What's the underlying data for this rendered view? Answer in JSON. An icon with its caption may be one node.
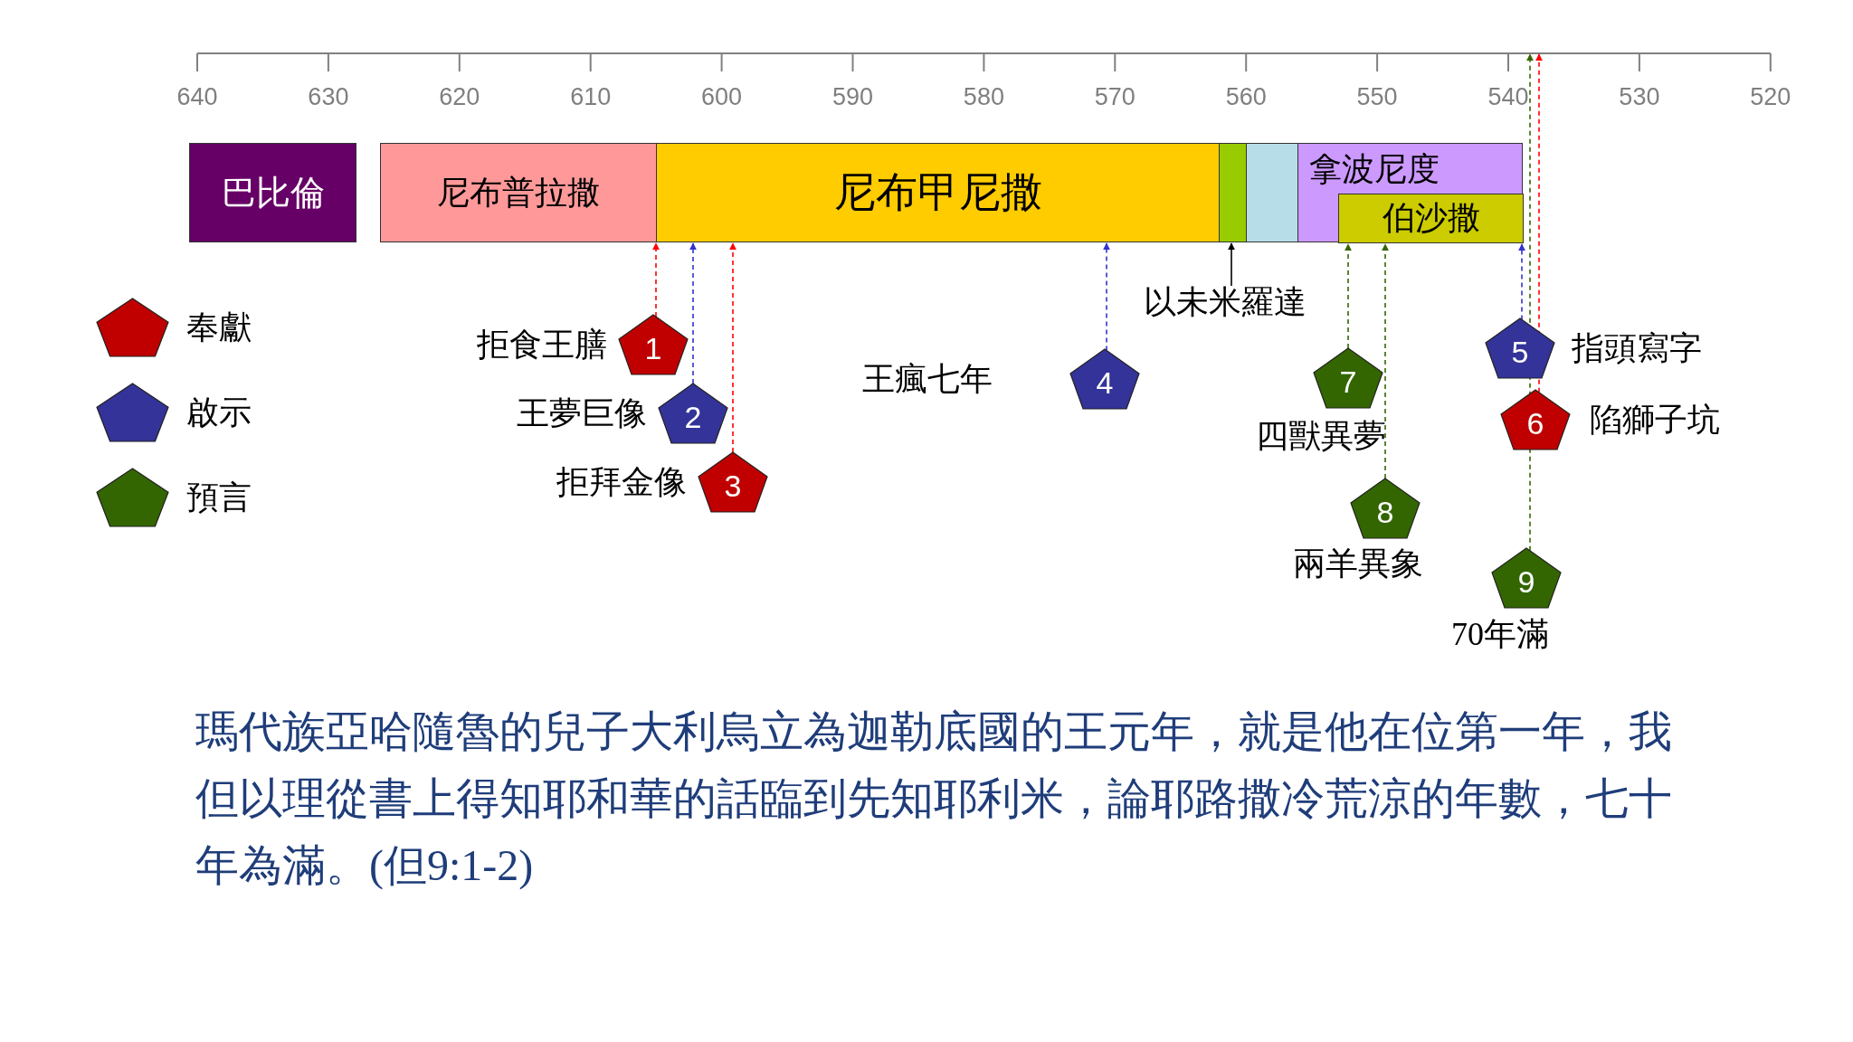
{
  "diagram": {
    "caption": "瑪代族亞哈隨魯的兒子大利烏立為迦勒底國的王元年，就是他在位第一年，我但以理從書上得知耶和華的話臨到先知耶利米，論耶路撒冷荒涼的年數，七十年為滿。(但9:1-2)",
    "nodes": [
      {
        "text": [
          "巴比倫"
        ]
      },
      {
        "text": [
          "尼布普拉撒"
        ]
      },
      {
        "text": [
          "尼布甲尼撒"
        ]
      },
      {
        "text": [],
        "shape": "box"
      },
      {
        "text": [],
        "shape": "box"
      },
      {
        "text": [
          "拿波尼度"
        ]
      },
      {
        "text": [
          "伯沙撒"
        ],
        "in": 5
      },
      {
        "text": [
          "以未米羅達"
        ]
      },
      {
        "text": [
          "1"
        ],
        "beside": [
          "拒食王膳"
        ]
      },
      {
        "text": [
          "2"
        ],
        "beside": [
          "王夢巨像"
        ]
      },
      {
        "text": [
          "3"
        ],
        "beside": [
          "拒拜金像"
        ]
      },
      {
        "text": [
          "4"
        ],
        "beside": [
          "王瘋七年"
        ]
      },
      {
        "text": [
          "5"
        ],
        "beside": [
          "指頭寫字"
        ]
      },
      {
        "text": [
          "6"
        ],
        "beside": [
          "陷獅子坑"
        ]
      },
      {
        "text": [
          "7"
        ],
        "beside": [
          "四獸異夢"
        ]
      },
      {
        "text": [
          "8"
        ],
        "beside": [
          "兩羊異象"
        ]
      },
      {
        "text": [
          "9"
        ],
        "beside": [
          "70年滿"
        ]
      }
    ],
    "edges": [
      {
        "from": 8,
        "to": 2,
        "arrow": "to",
        "style": "dashed",
        "color": "#ff0000"
      },
      {
        "from": 9,
        "to": 2,
        "arrow": "to",
        "style": "dashed",
        "color": "#3333cc"
      },
      {
        "from": 10,
        "to": 2,
        "arrow": "to",
        "style": "dashed",
        "color": "#ff0000"
      },
      {
        "from": 11,
        "to": 2,
        "arrow": "to",
        "style": "dashed",
        "color": "#3333cc"
      },
      {
        "from": 7,
        "to": 3,
        "arrow": "to",
        "color": "#000000"
      },
      {
        "from": 12,
        "to": 6,
        "arrow": "to",
        "style": "dashed",
        "color": "#3333cc"
      },
      {
        "from": 13,
        "to": null,
        "arrow": "to",
        "style": "dashed",
        "color": "#ff0000"
      },
      {
        "from": 14,
        "to": 6,
        "arrow": "to",
        "style": "dashed",
        "color": "#336600"
      },
      {
        "from": 15,
        "to": 6,
        "arrow": "to",
        "style": "dashed",
        "color": "#336600"
      },
      {
        "from": 16,
        "to": null,
        "arrow": "to",
        "style": "dashed",
        "color": "#336600"
      }
    ],
    "labels": [
      "640",
      "630",
      "620",
      "610",
      "600",
      "590",
      "580",
      "570",
      "560",
      "550",
      "540",
      "530",
      "520"
    ],
    "legend": [
      {
        "text": "奉獻",
        "color": "#c00000"
      },
      {
        "text": "啟示",
        "color": "#333399"
      },
      {
        "text": "預言",
        "color": "#336600"
      }
    ]
  }
}
